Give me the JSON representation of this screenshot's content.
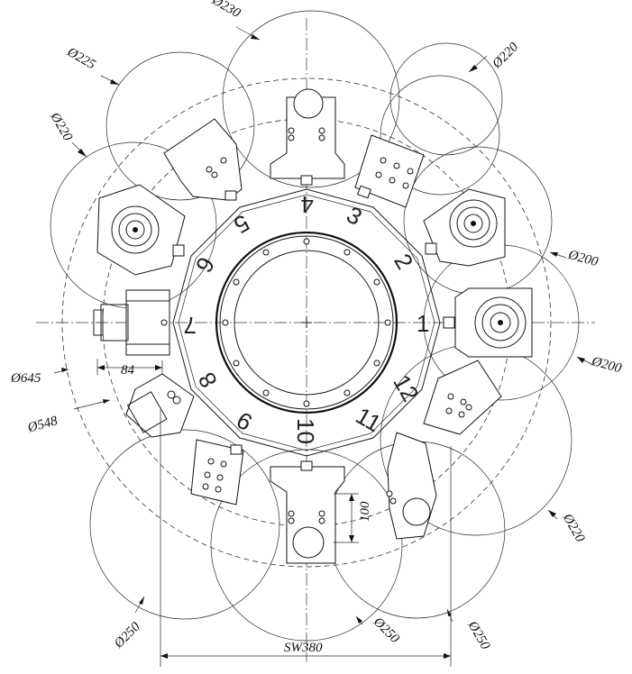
{
  "dimensions": {
    "d230": "Ø230",
    "d220_top_right": "Ø220",
    "d225": "Ø225",
    "d220_left": "Ø220",
    "d200_upper": "Ø200",
    "d200_lower": "Ø200",
    "d645": "Ø645",
    "d548": "Ø548",
    "len84": "84",
    "len100": "100",
    "d220_bottom_right": "Ø220",
    "d250_left": "Ø250",
    "d250_mid": "Ø250",
    "d250_right": "Ø250",
    "sw380": "SW380"
  },
  "stations": [
    "1",
    "2",
    "3",
    "4",
    "5",
    "6",
    "7",
    "8",
    "9",
    "10",
    "11",
    "12"
  ]
}
